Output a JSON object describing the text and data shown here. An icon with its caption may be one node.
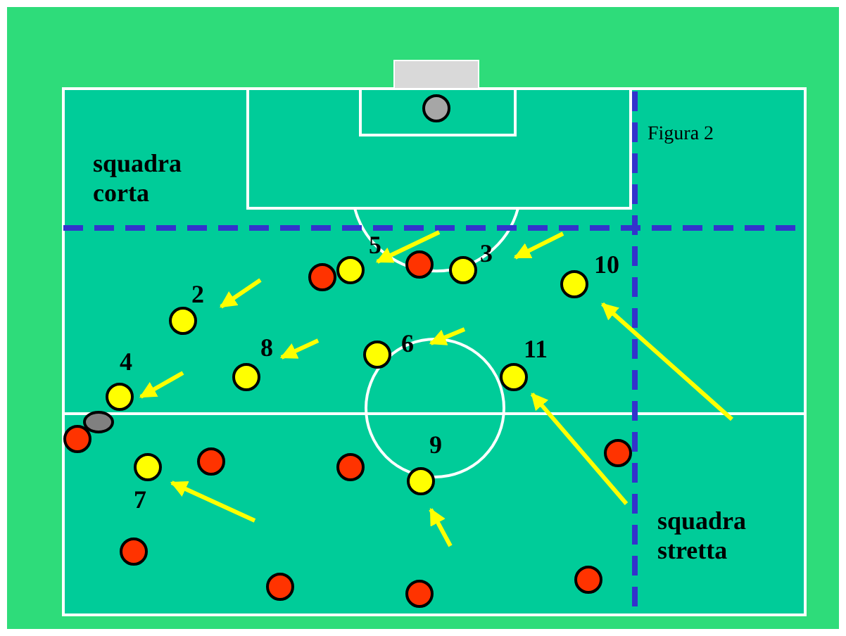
{
  "diagram": {
    "labels": [
      "Figura 2",
      "squadra corta",
      "squadra stretta",
      "5",
      "3",
      "2",
      "10",
      "8",
      "6",
      "11",
      "4",
      "9",
      "7"
    ]
  }
}
